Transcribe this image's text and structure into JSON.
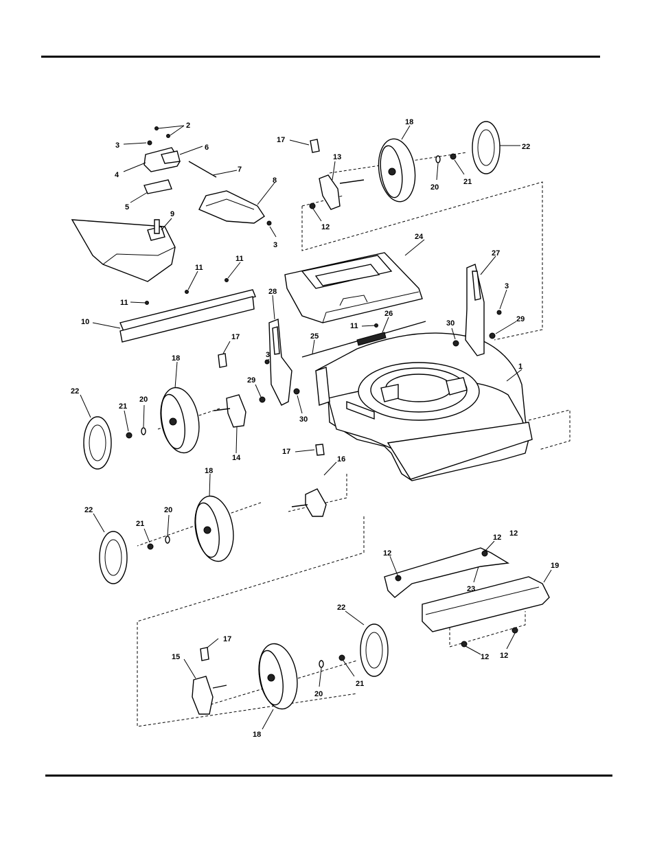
{
  "callouts": [
    "1",
    "2",
    "3",
    "3",
    "3",
    "3",
    "4",
    "5",
    "6",
    "7",
    "8",
    "9",
    "10",
    "11",
    "11",
    "11",
    "11",
    "12",
    "12",
    "12",
    "12",
    "12",
    "12",
    "13",
    "14",
    "15",
    "16",
    "17",
    "17",
    "17",
    "17",
    "18",
    "18",
    "18",
    "18",
    "19",
    "20",
    "20",
    "20",
    "20",
    "21",
    "21",
    "21",
    "21",
    "22",
    "22",
    "22",
    "22",
    "23",
    "24",
    "25",
    "26",
    "27",
    "28",
    "29",
    "29",
    "30",
    "30"
  ],
  "colors": {
    "ink": "#000000",
    "paper": "#ffffff"
  }
}
